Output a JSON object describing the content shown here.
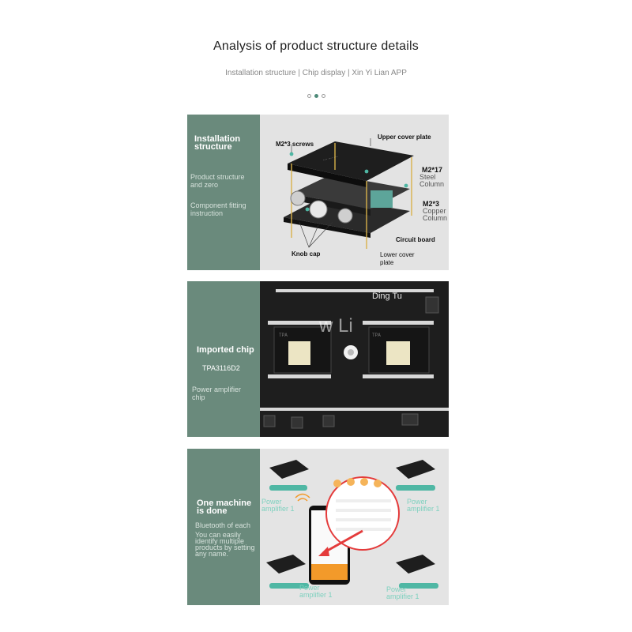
{
  "header": {
    "title": "Analysis of product structure details",
    "subtitle": "Installation structure | Chip display | Xin Yi Lian APP",
    "carousel_dots": 3,
    "active_dot": 1
  },
  "colors": {
    "side_panel": "#6a8a7c",
    "accent_teal": "#7fd1bf",
    "active_dot": "#4f8a79"
  },
  "installation": {
    "heading_line1": "Installation",
    "heading_line2": "structure",
    "text1_line1": "Product structure",
    "text1_line2": "and zero",
    "text2_line1": "Component fitting",
    "text2_line2": "instruction",
    "labels": {
      "screws": "M2*3 screws",
      "upper": "Upper cover plate",
      "steel_a": "M2*17",
      "steel_b": "Steel",
      "steel_c": "Column",
      "copper_a": "M2*3",
      "copper_b": "Copper",
      "copper_c": "Column",
      "circuit": "Circuit board",
      "knob": "Knob cap",
      "lower_a": "Lower cover",
      "lower_b": "plate"
    }
  },
  "chip": {
    "heading": "Imported chip",
    "model": "TPA3116D2",
    "desc_line1": "Power amplifier",
    "desc_line2": "chip",
    "watermark1": "Ding Tu",
    "watermark2": "w Li"
  },
  "app": {
    "heading_line1": "One machine",
    "heading_line2": "is done",
    "text1": "Bluetooth of each",
    "text2_line1": "You can easily",
    "text2_line2": "identify multiple",
    "text2_line3": "products by setting",
    "text2_line4": "any name.",
    "device_label_line1": "Power",
    "device_label_line2": "amplifier 1"
  }
}
